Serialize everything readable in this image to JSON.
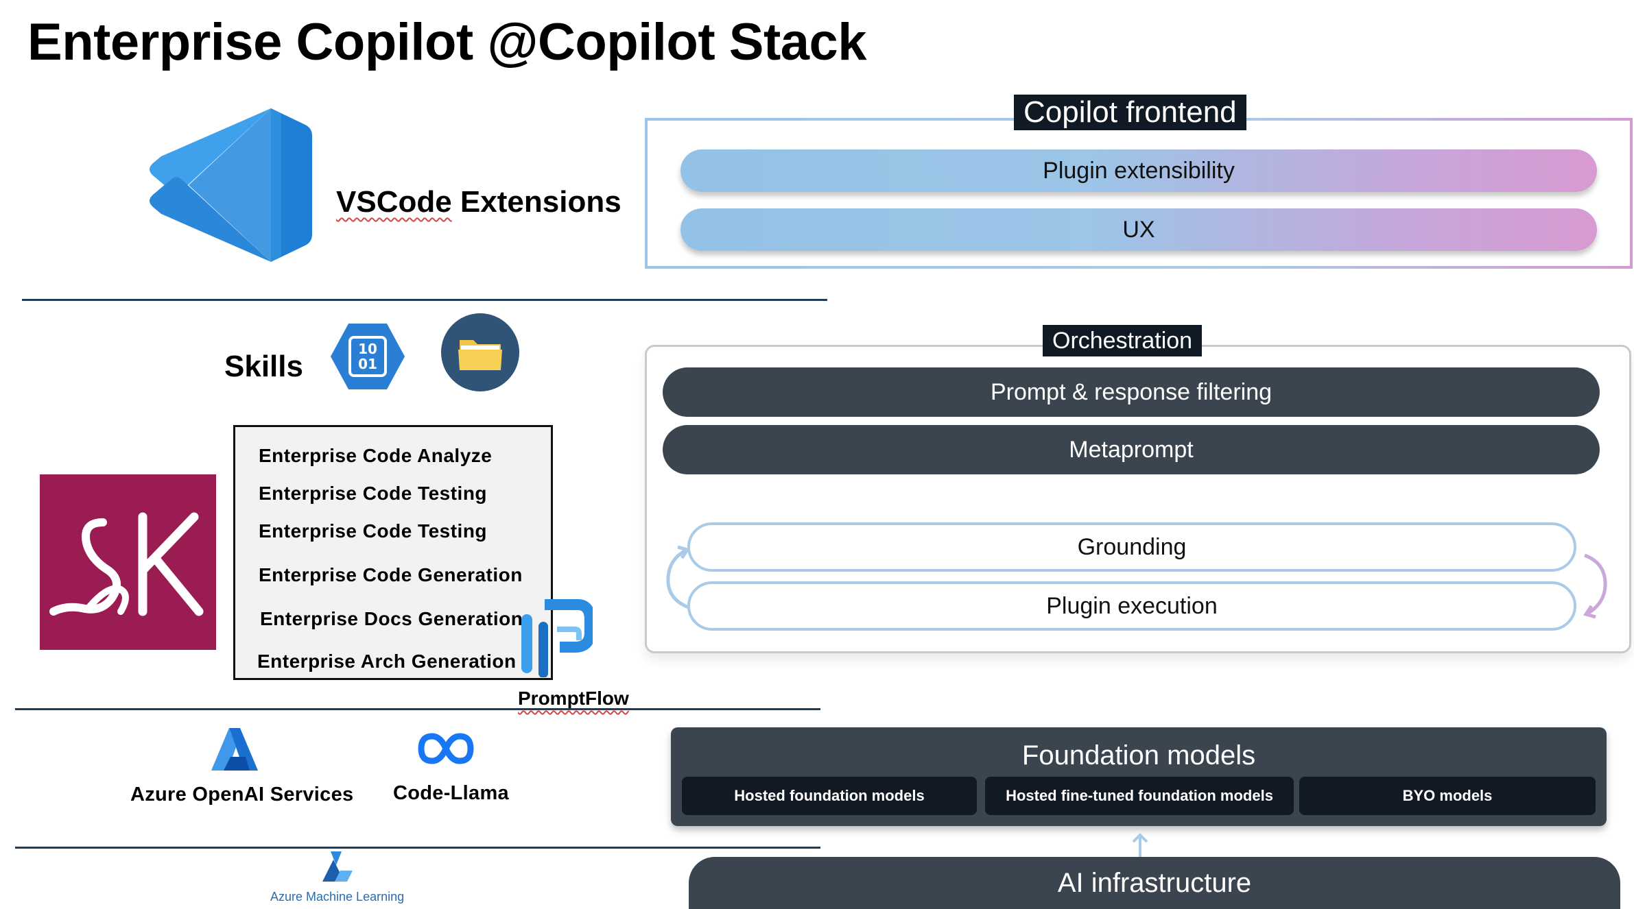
{
  "title": "Enterprise Copilot @Copilot Stack",
  "left": {
    "vscode": {
      "label_prefix": "VSCode",
      "label_suffix": " Extensions",
      "icon": "vscode-logo-icon"
    },
    "skills": {
      "label": "Skills",
      "icons": [
        "binary-file-icon",
        "folder-icon"
      ],
      "items": [
        "Enterprise Code Analyze",
        "Enterprise Code Testing",
        "Enterprise Code Testing",
        "Enterprise Code Generation",
        "Enterprise Docs Generation",
        "Enterprise Arch Generation"
      ],
      "semantic_kernel_logo": "SK",
      "promptflow_label": "PromptFlow"
    },
    "models": {
      "azure_openai": "Azure OpenAI Services",
      "code_llama": "Code-Llama",
      "azure_ml": "Azure Machine Learning"
    }
  },
  "right": {
    "frontend": {
      "label": "Copilot frontend",
      "items": [
        "Plugin extensibility",
        "UX"
      ]
    },
    "orchestration": {
      "label": "Orchestration",
      "items": [
        "Prompt & response filtering",
        "Metaprompt"
      ],
      "loop": [
        "Grounding",
        "Plugin execution"
      ]
    },
    "foundation": {
      "label": "Foundation models",
      "chips": [
        "Hosted foundation models",
        "Hosted fine-tuned foundation models",
        "BYO models"
      ]
    },
    "infrastructure": "AI infrastructure"
  },
  "colors": {
    "frontend_gradient_start": "#93c2e6",
    "frontend_gradient_end": "#d89ad2",
    "dark_pill": "#3b454f",
    "sk_tile": "#9b1c52",
    "rule": "#1f3b5a"
  }
}
